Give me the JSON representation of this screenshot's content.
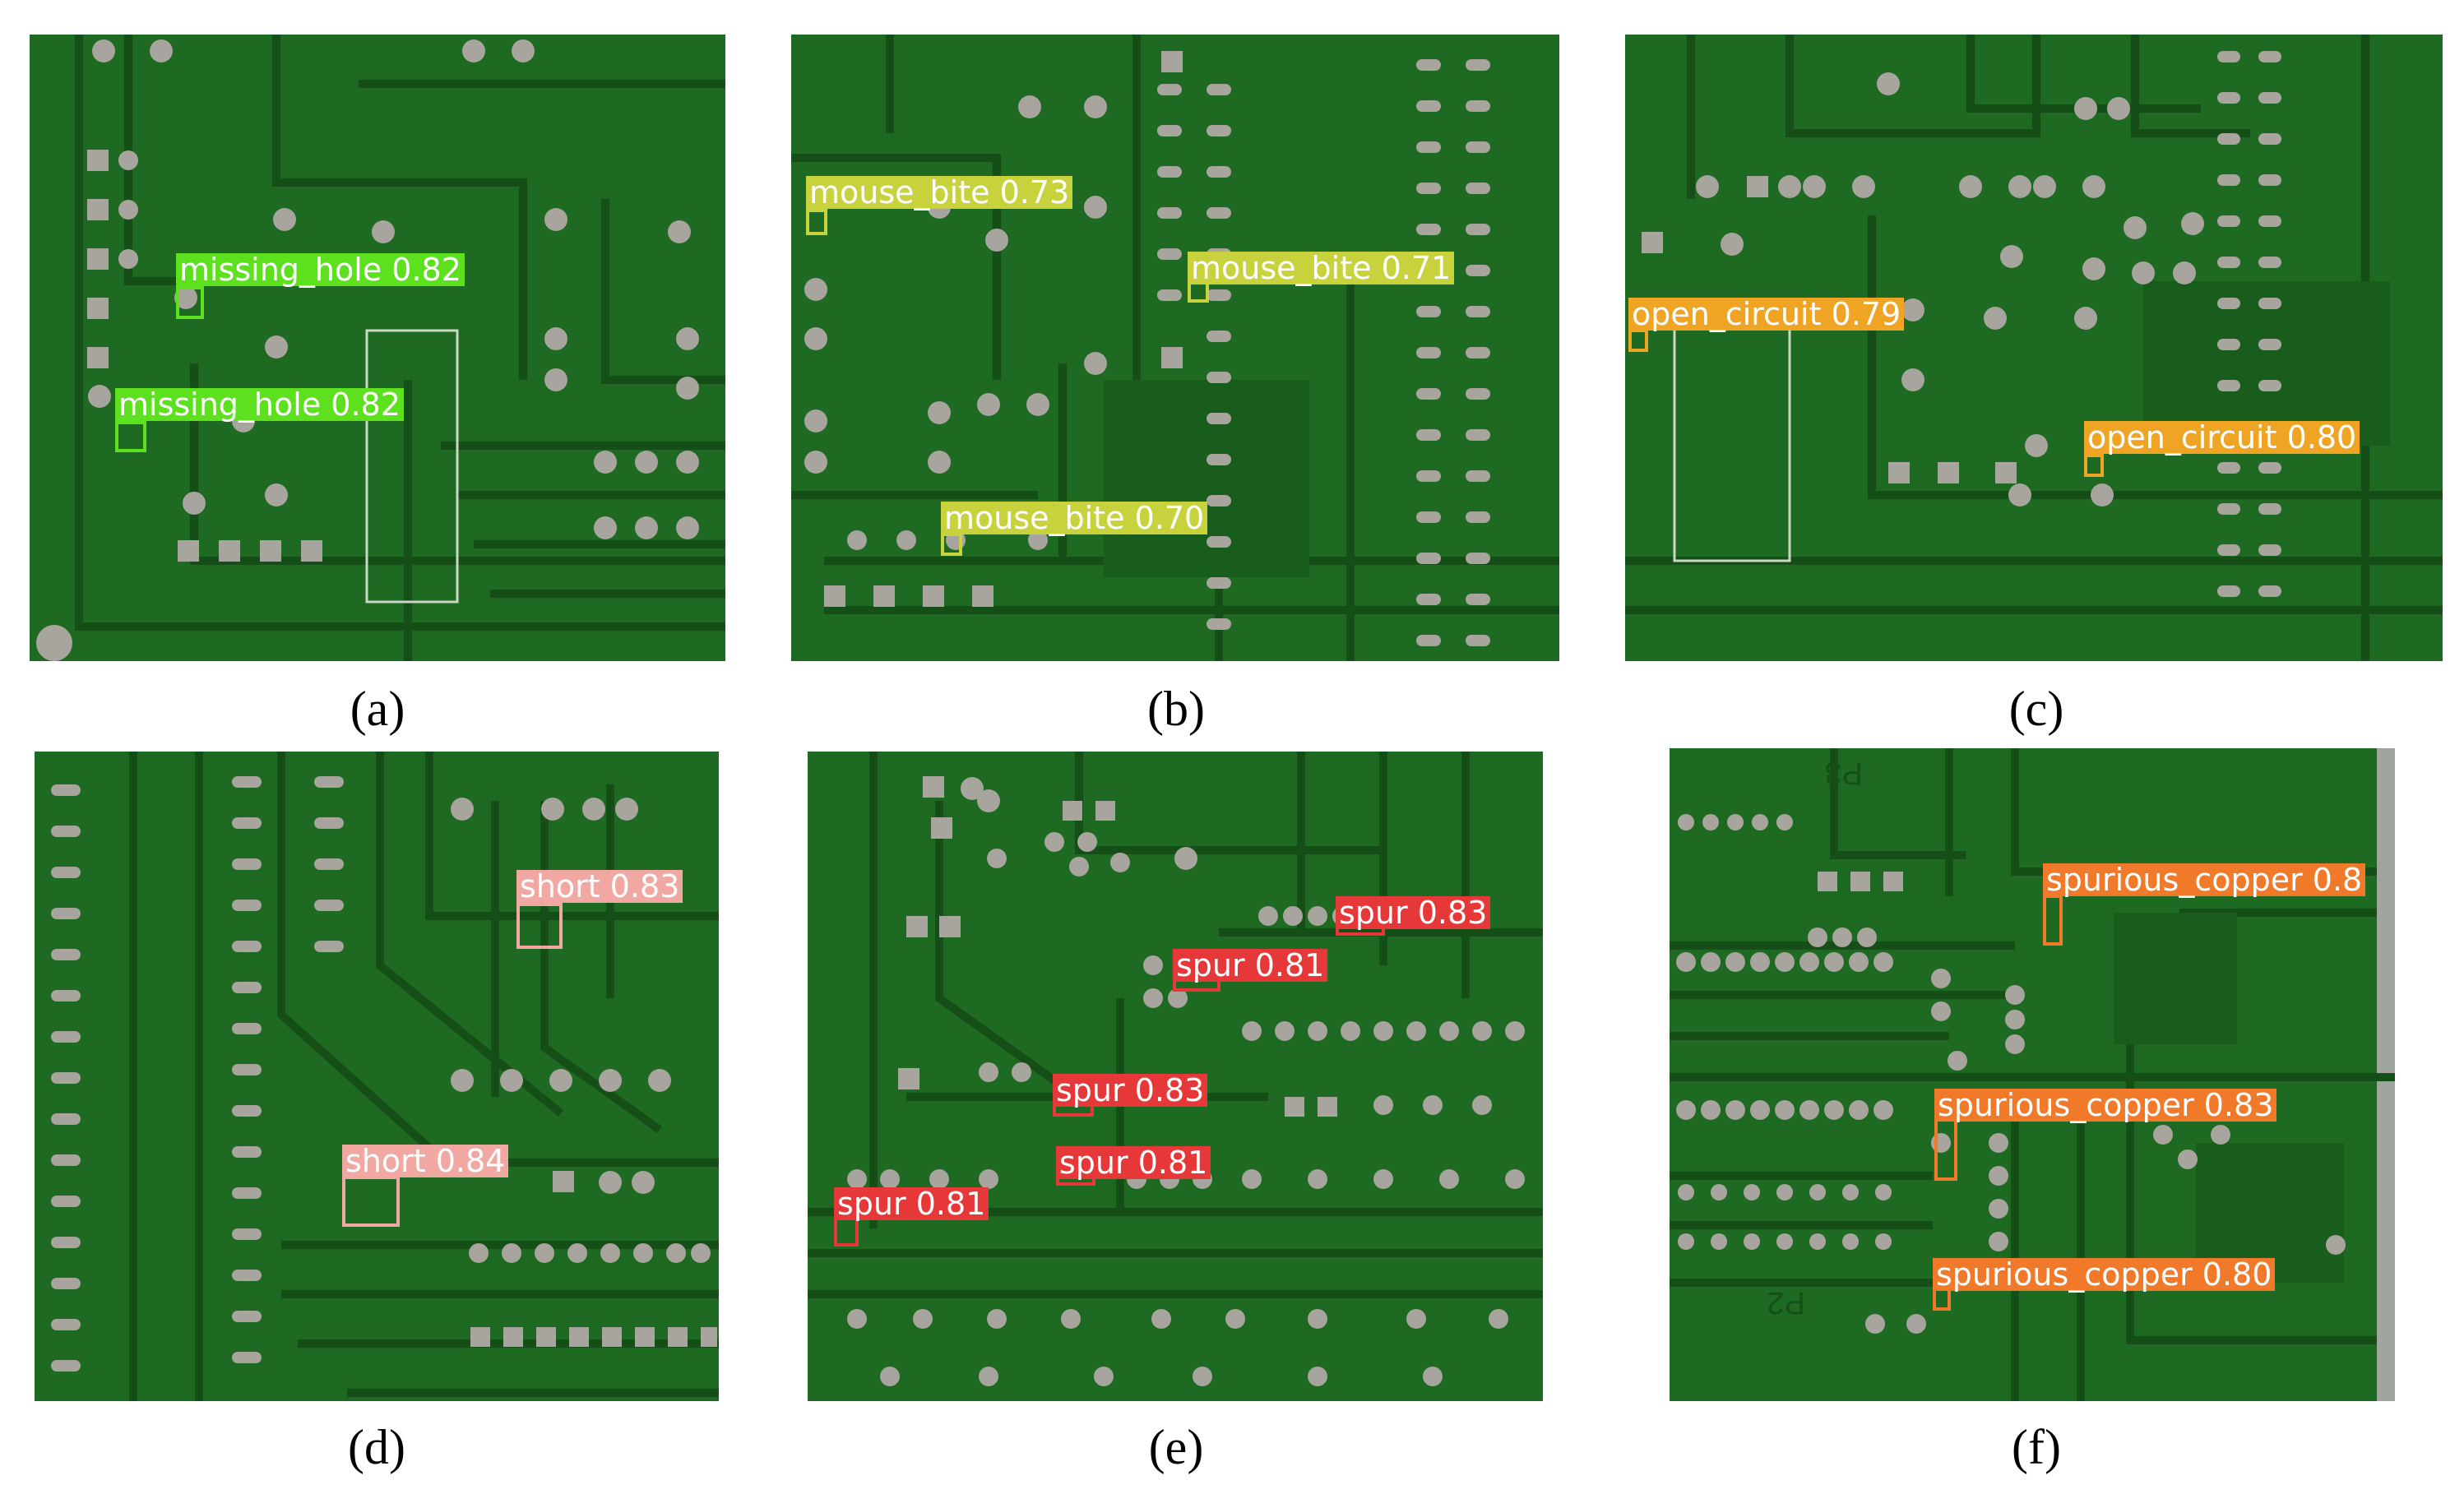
{
  "colors": {
    "board": "#1f6a22",
    "trace": "#154f17",
    "pad": "#a7a59d",
    "missing_hole": "#5de01e",
    "mouse_bite": "#c8d23c",
    "open_circuit": "#f0a424",
    "short": "#f2a8a2",
    "spur": "#e63838",
    "spurious_copper": "#f07a2a"
  },
  "panels": [
    {
      "id": "a",
      "caption": "(a)",
      "detections": [
        {
          "label": "missing_hole 0.82"
        },
        {
          "label": "missing_hole 0.82"
        }
      ]
    },
    {
      "id": "b",
      "caption": "(b)",
      "detections": [
        {
          "label": "mouse_bite 0.73"
        },
        {
          "label": "mouse_bite 0.71"
        },
        {
          "label": "mouse_bite 0.70"
        }
      ]
    },
    {
      "id": "c",
      "caption": "(c)",
      "detections": [
        {
          "label": "open_circuit 0.79"
        },
        {
          "label": "open_circuit 0.80"
        }
      ]
    },
    {
      "id": "d",
      "caption": "(d)",
      "detections": [
        {
          "label": "short 0.83"
        },
        {
          "label": "short 0.84"
        }
      ]
    },
    {
      "id": "e",
      "caption": "(e)",
      "detections": [
        {
          "label": "spur 0.83"
        },
        {
          "label": "spur 0.81"
        },
        {
          "label": "spur 0.83"
        },
        {
          "label": "spur 0.81"
        },
        {
          "label": "spur 0.81"
        }
      ]
    },
    {
      "id": "f",
      "caption": "(f)",
      "silkscreen": [
        "P3",
        "P2"
      ],
      "detections": [
        {
          "label": "spurious_copper 0.8"
        },
        {
          "label": "spurious_copper 0.83"
        },
        {
          "label": "spurious_copper 0.80"
        }
      ]
    }
  ]
}
